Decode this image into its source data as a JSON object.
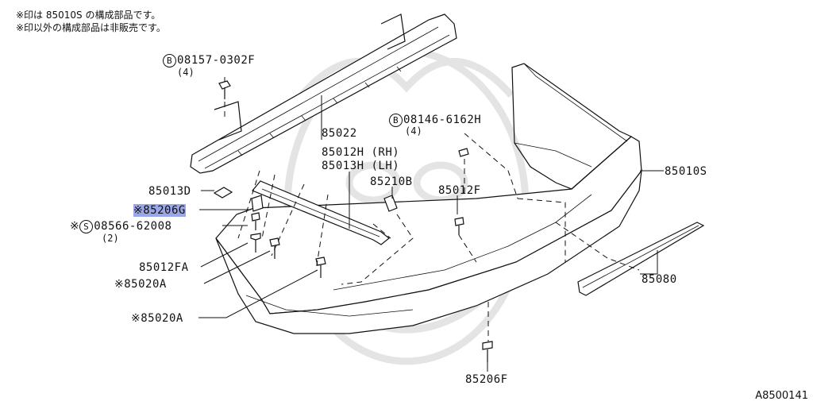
{
  "notes": {
    "line1": "※印は 85010S の構成部品です。",
    "line2": "※印以外の構成部品は非販売です。"
  },
  "labels": {
    "bolt_b1": {
      "circle": "B",
      "part": "08157-0302F",
      "qty": "(4)"
    },
    "bolt_b2": {
      "circle": "B",
      "part": "08146-6162H",
      "qty": "(4)"
    },
    "reinforcement": "85022",
    "bracket_rh": "85012H (RH)",
    "bracket_lh": "85013H (LH)",
    "stay_85013d": "85013D",
    "part_85210b": "85210B",
    "clip_85012f": "85012F",
    "bumper_fascia": "85010S",
    "retainer_85206g": {
      "marker": "※",
      "part": "85206G"
    },
    "screw_s": {
      "marker": "※",
      "circle": "S",
      "part": "08566-62008",
      "qty": "(2)"
    },
    "clip_85012fa": "85012FA",
    "bracket_85020a_upper": {
      "marker": "※",
      "part": "85020A"
    },
    "bracket_85020a_lower": {
      "marker": "※",
      "part": "85020A"
    },
    "molding_85080": "85080",
    "clip_85206f": "85206F"
  },
  "reference_code": "A8500141"
}
